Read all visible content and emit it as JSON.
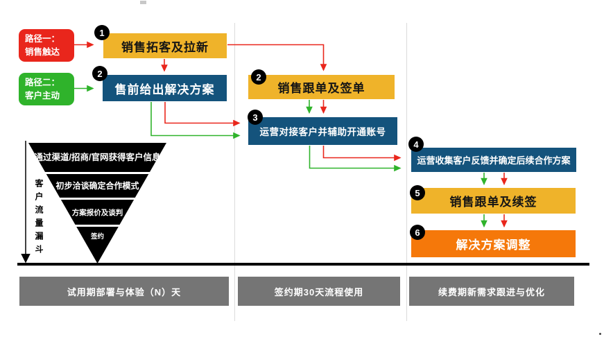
{
  "colors": {
    "red_accent": "#E9261C",
    "green_accent": "#2FB32B",
    "yellow_step": "#EFB32A",
    "blue_step": "#14537C",
    "orange_step": "#F5780A",
    "phase_gray": "#757575",
    "funnel_black": "#000000"
  },
  "entry_paths": [
    {
      "line1": "路径一：",
      "line2": "销售触达"
    },
    {
      "line1": "路径二：",
      "line2": "客户主动"
    }
  ],
  "steps": [
    {
      "number": "1",
      "label": "销售拓客及拉新"
    },
    {
      "number": "2",
      "label": "售前给出解决方案"
    },
    {
      "number": "2",
      "label": "销售跟单及签单"
    },
    {
      "number": "3",
      "label": "运营对接客户并辅助开通账号"
    },
    {
      "number": "4",
      "label": "运营收集客户反馈并确定后续合作方案"
    },
    {
      "number": "5",
      "label": "销售跟单及续签"
    },
    {
      "number": "6",
      "label": "解决方案调整"
    }
  ],
  "funnel": {
    "axis_label": "客户流量漏斗",
    "levels": [
      "通过渠道/招商/官网获得客户信息",
      "初步洽谈确定合作模式",
      "方案报价及谈判",
      "签约"
    ]
  },
  "phases": [
    "试用期部署与体验（N）天",
    "签约期30天流程使用",
    "续费期新需求跟进与优化"
  ]
}
